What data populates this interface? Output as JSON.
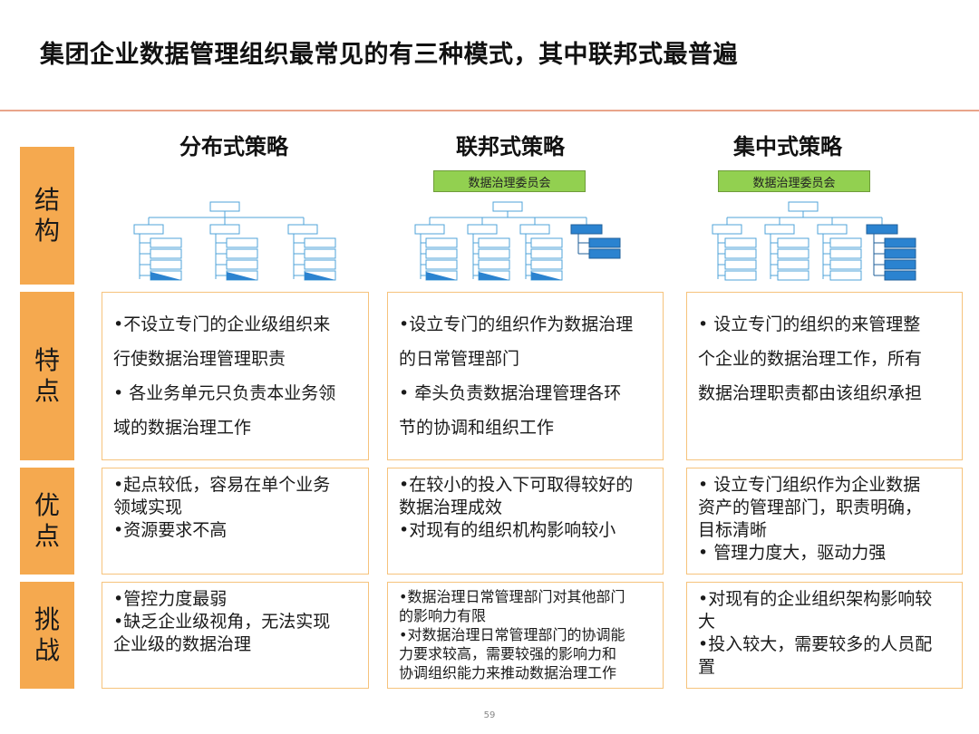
{
  "title": "集团企业数据管理组织最常见的有三种模式，其中联邦式最普遍",
  "row_labels": {
    "structure": [
      "结",
      "构"
    ],
    "features": [
      "特",
      "点"
    ],
    "advantages": [
      "优",
      "点"
    ],
    "challenges": [
      "挑",
      "战"
    ]
  },
  "columns": [
    {
      "heading": "分布式策略",
      "committee": "",
      "features": [
        "•不设立专门的企业级组织来",
        "行使数据治理管理职责",
        "• 各业务单元只负责本业务领",
        "域的数据治理工作"
      ],
      "advantages": [
        "•起点较低，容易在单个业务",
        "领域实现",
        "•资源要求不高"
      ],
      "challenges": [
        "•管控力度最弱",
        "•缺乏企业级视角，无法实现",
        "企业级的数据治理"
      ]
    },
    {
      "heading": "联邦式策略",
      "committee": "数据治理委员会",
      "features": [
        "•设立专门的组织作为数据治理",
        "的日常管理部门",
        "• 牵头负责数据治理管理各环",
        "节的协调和组织工作"
      ],
      "advantages": [
        "•在较小的投入下可取得较好的",
        "数据治理成效",
        "•对现有的组织机构影响较小"
      ],
      "challenges": [
        "•数据治理日常管理部门对其他部门",
        "的影响力有限",
        "•对数据治理日常管理部门的协调能",
        "力要求较高，需要较强的影响力和",
        "协调组织能力来推动数据治理工作"
      ]
    },
    {
      "heading": "集中式策略",
      "committee": "数据治理委员会",
      "features": [
        "• 设立专门的组织的来管理整",
        "个企业的数据治理工作，所有",
        "数据治理职责都由该组织承担"
      ],
      "advantages": [
        "• 设立专门组织作为企业数据",
        "资产的管理部门，职责明确，",
        "目标清晰",
        "• 管理力度大，驱动力强"
      ],
      "challenges": [
        "•对现有的企业组织架构影响较",
        "大",
        "•投入较大，需要较多的人员配",
        "置"
      ]
    }
  ],
  "page_number": "59",
  "colors": {
    "label_fill": "#f5a94f",
    "cell_border": "#f6c37c",
    "committee_fill": "#92d050",
    "org_box_border": "#4fa3d8",
    "org_box_fill_blue": "#2b83d0",
    "title_rule": "#e9a58a"
  }
}
